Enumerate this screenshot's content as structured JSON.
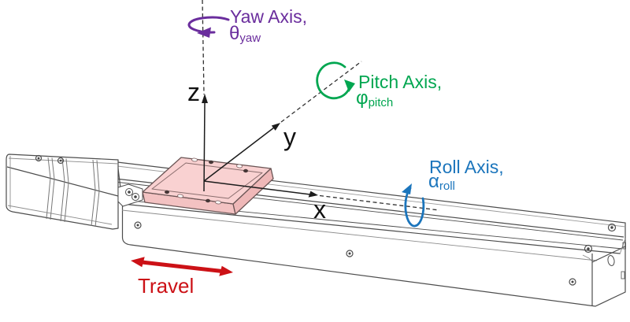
{
  "diagram": {
    "axes": {
      "x": "x",
      "y": "y",
      "z": "z"
    },
    "rotations": {
      "yaw": {
        "title": "Yaw Axis,",
        "symbol": "θ",
        "subscript": "yaw",
        "color": "#6a2d9d"
      },
      "pitch": {
        "title": "Pitch Axis,",
        "symbol": "φ",
        "subscript": "pitch",
        "color": "#00a650"
      },
      "roll": {
        "title": "Roll Axis,",
        "symbol": "α",
        "subscript": "roll",
        "color": "#1b75bc"
      }
    },
    "travel": {
      "label": "Travel",
      "color": "#cc1116"
    },
    "stage": {
      "platform_top_color": "#f9d1d1",
      "platform_side_color": "#f3c2c2",
      "line_color": "#4d4d4d"
    }
  }
}
